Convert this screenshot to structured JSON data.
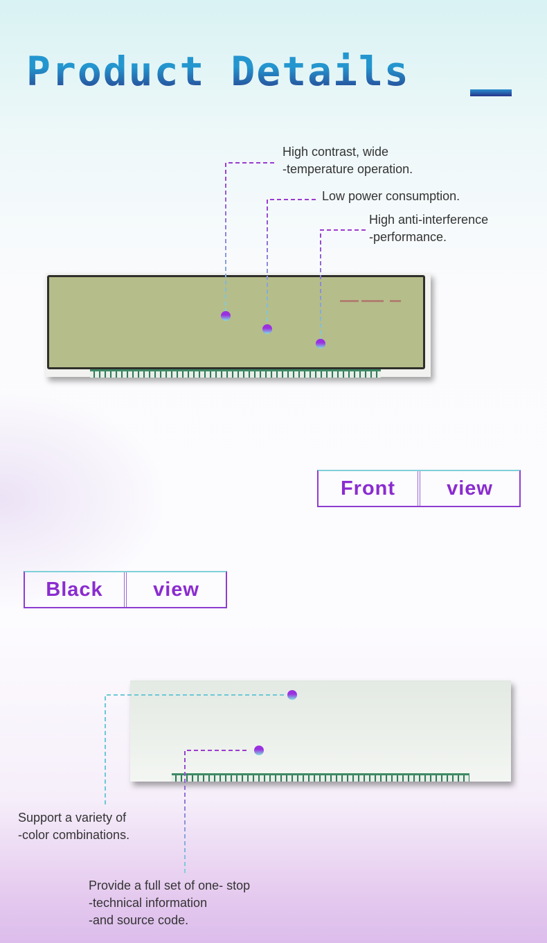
{
  "header": {
    "title": "Product Details"
  },
  "front": {
    "callouts": [
      "High contrast, wide\n-temperature operation.",
      "Low power consumption.",
      "High anti-interference\n-performance."
    ],
    "label": [
      "Front",
      "view"
    ]
  },
  "back": {
    "label": [
      "Black",
      "view"
    ],
    "callouts": [
      "Support a variety of\n-color combinations.",
      "Provide a full set of one- stop\n-technical information\n-and source code."
    ]
  },
  "colors": {
    "accent": "#8a2ccf",
    "title": "#2496cf"
  }
}
